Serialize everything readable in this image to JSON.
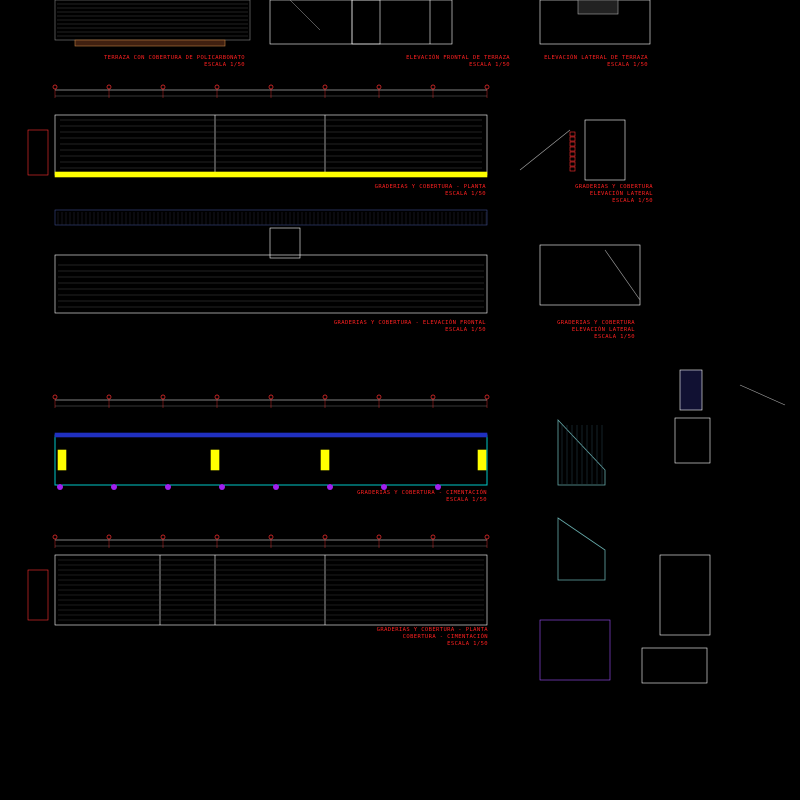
{
  "colors": {
    "background": "#000000",
    "title": "#ff2020",
    "lines": "#ffffff",
    "hatch": "#3a4a8a",
    "accent_yellow": "#ffff00",
    "accent_magenta": "#a020f0",
    "accent_cyan": "#00c8c8",
    "dimension": "#ff3030"
  },
  "titles": [
    {
      "lines": [
        "TERRAZA CON COBERTURA DE POLICARBONATO",
        "ESCALA 1/50"
      ]
    },
    {
      "lines": [
        "ELEVACIÓN FRONTAL DE TERRAZA",
        "ESCALA 1/50"
      ]
    },
    {
      "lines": [
        "ELEVACIÓN LATERAL DE TERRAZA",
        "ESCALA 1/50"
      ]
    },
    {
      "lines": [
        "GRADERIAS Y COBERTURA - PLANTA",
        "ESCALA 1/50"
      ]
    },
    {
      "lines": [
        "GRADERIAS Y COBERTURA",
        "ELEVACIÓN LATERAL",
        "ESCALA 1/50"
      ]
    },
    {
      "lines": [
        "GRADERIAS Y COBERTURA - ELEVACIÓN FRONTAL",
        "ESCALA 1/50"
      ]
    },
    {
      "lines": [
        "GRADERIAS Y COBERTURA",
        "ELEVACIÓN LATERAL",
        "ESCALA 1/50"
      ]
    },
    {
      "lines": [
        "GRADERIAS Y COBERTURA - CIMENTACIÓN",
        "ESCALA 1/50"
      ]
    },
    {
      "lines": [
        "GRADERIAS Y COBERTURA - PLANTA",
        "COBERTURA - CIMENTACIÓN",
        "ESCALA 1/50"
      ]
    }
  ]
}
